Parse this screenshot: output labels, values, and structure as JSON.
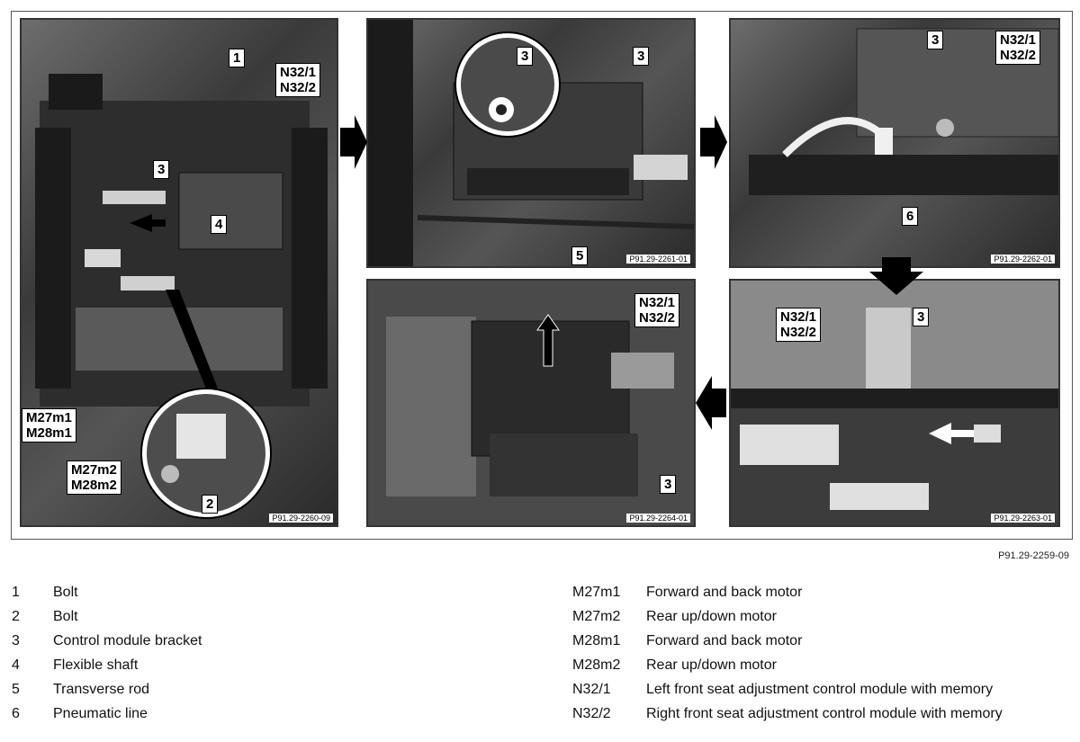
{
  "figure_reference": "P91.29-2259-09",
  "panels": [
    {
      "id": "P91.29-2260-09",
      "callouts": [
        "1",
        "3",
        "4",
        "2"
      ],
      "multi_callouts": [
        [
          "N32/1",
          "N32/2"
        ],
        [
          "M27m1",
          "M28m1"
        ],
        [
          "M27m2",
          "M28m2"
        ]
      ]
    },
    {
      "id": "P91.29-2261-01",
      "callouts": [
        "3",
        "3",
        "5"
      ]
    },
    {
      "id": "P91.29-2262-01",
      "callouts": [
        "3",
        "6"
      ],
      "multi_callouts": [
        [
          "N32/1",
          "N32/2"
        ]
      ]
    },
    {
      "id": "P91.29-2263-01",
      "callouts": [
        "3"
      ],
      "multi_callouts": [
        [
          "N32/1",
          "N32/2"
        ]
      ]
    },
    {
      "id": "P91.29-2264-01",
      "callouts": [
        "3"
      ],
      "multi_callouts": [
        [
          "N32/1",
          "N32/2"
        ]
      ]
    }
  ],
  "legend_left": [
    {
      "key": "1",
      "text": "Bolt"
    },
    {
      "key": "2",
      "text": "Bolt"
    },
    {
      "key": "3",
      "text": "Control module bracket"
    },
    {
      "key": "4",
      "text": "Flexible shaft"
    },
    {
      "key": "5",
      "text": "Transverse rod"
    },
    {
      "key": "6",
      "text": "Pneumatic line"
    }
  ],
  "legend_right": [
    {
      "key": "M27m1",
      "text": "Forward and back motor"
    },
    {
      "key": "M27m2",
      "text": "Rear up/down motor"
    },
    {
      "key": "M28m1",
      "text": "Forward and back motor"
    },
    {
      "key": "M28m2",
      "text": "Rear up/down motor"
    },
    {
      "key": "N32/1",
      "text": "Left front seat adjustment control module with memory"
    },
    {
      "key": "N32/2",
      "text": "Right front seat adjustment control module with memory"
    }
  ],
  "icons": {
    "flow_arrow": "black-block-arrow-icon"
  }
}
